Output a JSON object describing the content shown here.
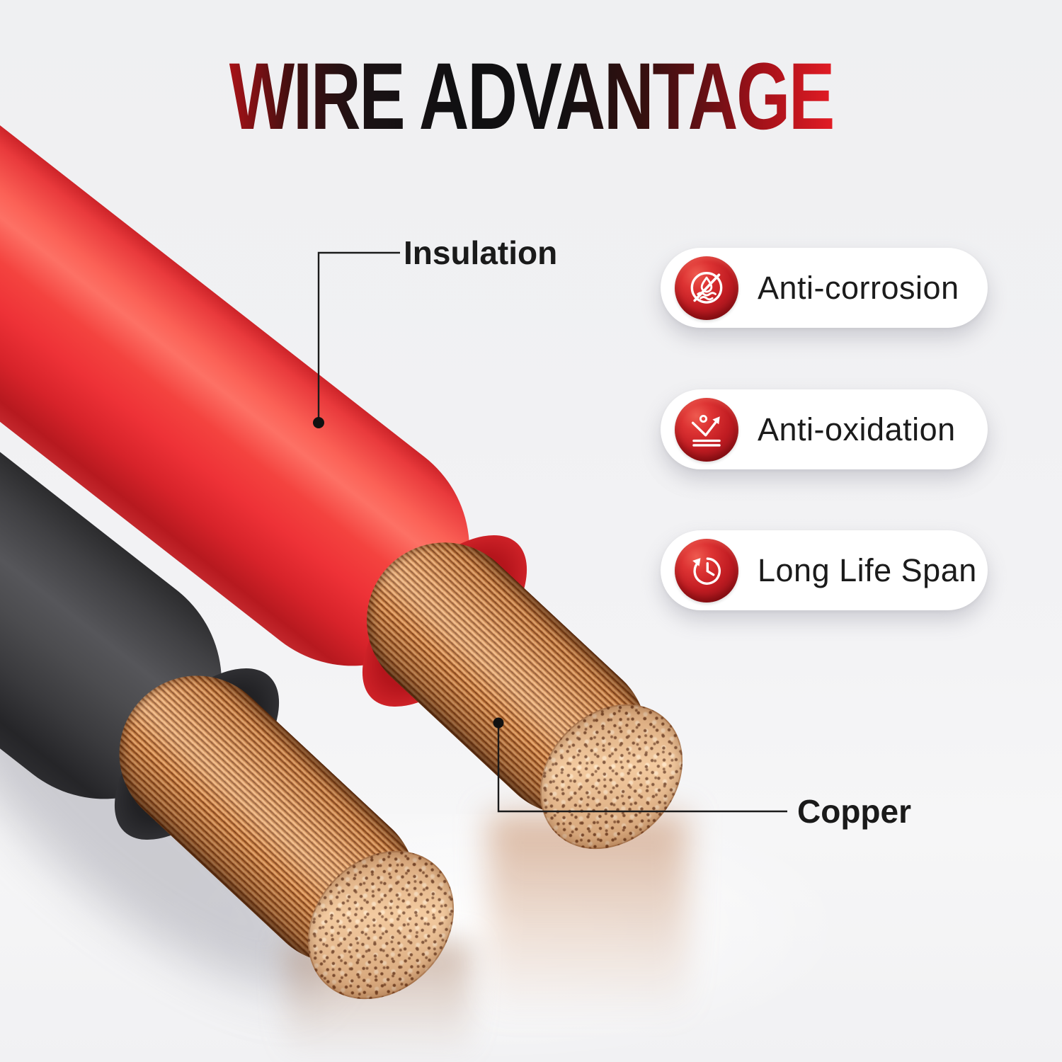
{
  "title": {
    "text": "WIRE ADVANTAGE"
  },
  "callouts": {
    "insulation": {
      "label": "Insulation"
    },
    "copper": {
      "label": "Copper"
    }
  },
  "badges": [
    {
      "label": "Anti-corrosion",
      "icon": "anti-corrosion-icon"
    },
    {
      "label": "Anti-oxidation",
      "icon": "anti-oxidation-icon"
    },
    {
      "label": "Long Life Span",
      "icon": "long-life-span-icon"
    }
  ],
  "colors": {
    "background": "#f1f1f3",
    "title_gradient_left": "#a81217",
    "title_gradient_mid": "#111012",
    "title_gradient_right": "#e21c25",
    "badge_background": "#ffffff",
    "badge_icon_red": "#c01c22",
    "wire_red": "#ee3237",
    "wire_black": "#3f3f42",
    "copper": "#cd8448",
    "copper_face": "#efbe8c",
    "label_text": "#1a1a1a"
  }
}
